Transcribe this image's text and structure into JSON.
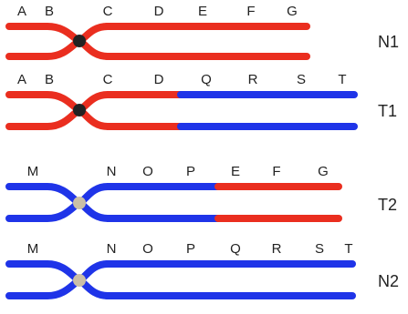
{
  "colors": {
    "red": "#ea2e1f",
    "blue": "#1f34e8",
    "centromere_dark": "#222222",
    "centromere_light": "#cbbfa6",
    "text": "#222222"
  },
  "chromosomes": [
    {
      "id": "n1",
      "name": "N1",
      "centromere": "dark",
      "genes": [
        "A",
        "B",
        "C",
        "D",
        "E",
        "F",
        "G"
      ],
      "top_arm": [
        {
          "color": "red"
        }
      ],
      "bottom_arm": [
        {
          "color": "red"
        }
      ],
      "left_color": "red"
    },
    {
      "id": "t1",
      "name": "T1",
      "centromere": "dark",
      "genes": [
        "A",
        "B",
        "C",
        "D",
        "Q",
        "R",
        "S",
        "T"
      ],
      "top_arm": [
        {
          "color": "red"
        },
        {
          "color": "blue"
        }
      ],
      "bottom_arm": [
        {
          "color": "red"
        },
        {
          "color": "blue"
        }
      ],
      "left_color": "red"
    },
    {
      "id": "t2",
      "name": "T2",
      "centromere": "light",
      "genes": [
        "M",
        "N",
        "O",
        "P",
        "E",
        "F",
        "G"
      ],
      "top_arm": [
        {
          "color": "blue"
        },
        {
          "color": "red"
        }
      ],
      "bottom_arm": [
        {
          "color": "blue"
        },
        {
          "color": "red"
        }
      ],
      "left_color": "blue"
    },
    {
      "id": "n2",
      "name": "N2",
      "centromere": "light",
      "genes": [
        "M",
        "N",
        "O",
        "P",
        "Q",
        "R",
        "S",
        "T"
      ],
      "top_arm": [
        {
          "color": "blue"
        }
      ],
      "bottom_arm": [
        {
          "color": "blue"
        }
      ],
      "left_color": "blue"
    }
  ]
}
